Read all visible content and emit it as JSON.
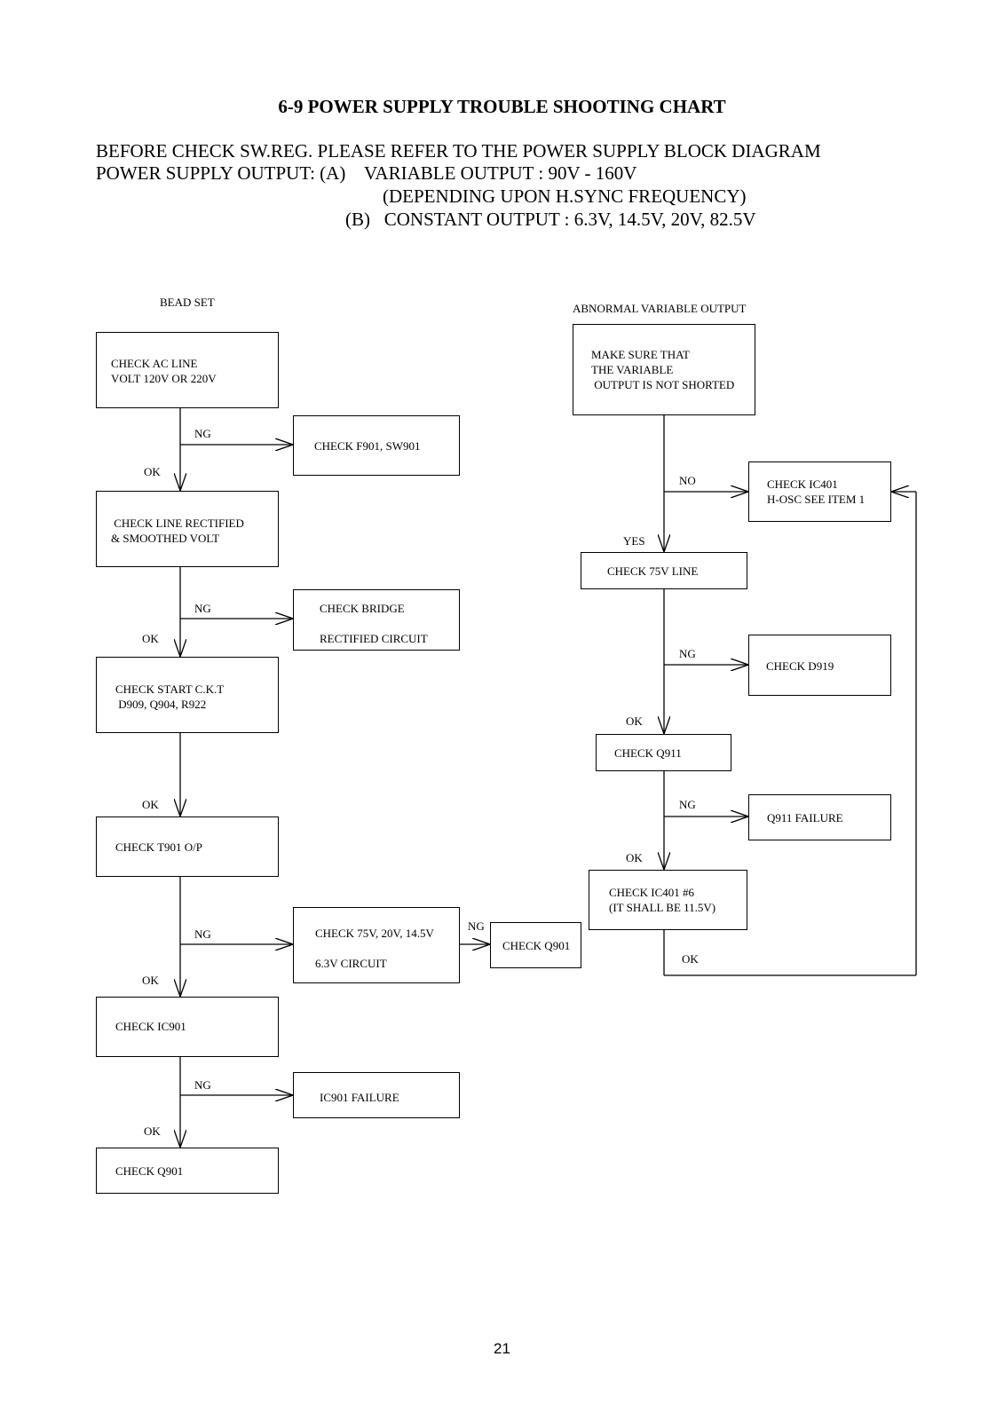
{
  "title": "6-9  POWER SUPPLY TROUBLE SHOOTING CHART",
  "header": {
    "line1": "BEFORE CHECK SW.REG. PLEASE REFER TO THE POWER SUPPLY BLOCK DIAGRAM",
    "line2": "POWER SUPPLY OUTPUT: (A)    VARIABLE OUTPUT : 90V - 160V",
    "line3": "(DEPENDING UPON H.SYNC FREQUENCY)",
    "line4": "(B)   CONSTANT OUTPUT : 6.3V, 14.5V, 20V, 82.5V"
  },
  "left": {
    "heading": "BEAD SET",
    "b1": "CHECK AC LINE\nVOLT 120V OR 220V",
    "b1_ng": "CHECK F901, SW901",
    "b2": " CHECK LINE RECTIFIED\n& SMOOTHED VOLT",
    "b2_ng": "CHECK BRIDGE\n\nRECTIFIED CIRCUIT",
    "b3": "CHECK START C.K.T\n D909, Q904, R922",
    "b4": "CHECK T901 O/P",
    "b4_ng": "CHECK 75V, 20V, 14.5V\n\n6.3V CIRCUIT",
    "b4_ng2": "CHECK Q901",
    "b5": "CHECK IC901",
    "b5_ng": "IC901 FAILURE",
    "b6": "CHECK Q901"
  },
  "right": {
    "heading": "ABNORMAL VARIABLE OUTPUT",
    "r1": "MAKE SURE THAT\nTHE VARIABLE\n OUTPUT IS NOT SHORTED",
    "r1_no": "CHECK IC401\nH-OSC SEE ITEM 1",
    "r2": "CHECK 75V LINE",
    "r2_ng": "CHECK D919",
    "r3": "CHECK Q911",
    "r3_ng": "Q911 FAILURE",
    "r4": "CHECK IC401 #6\n(IT SHALL BE 11.5V)"
  },
  "labels": {
    "ng": "NG",
    "ok": "OK",
    "no": "NO",
    "yes": "YES"
  },
  "page_number": "21"
}
